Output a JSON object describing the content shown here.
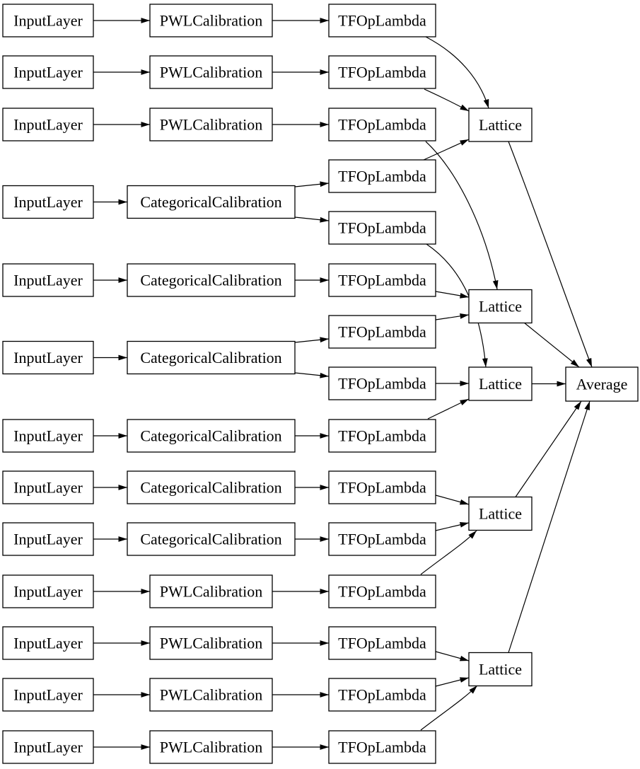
{
  "diagram": {
    "title": "keras-model-graph",
    "background_color": "#ffffff",
    "node_fill_color": "#ffffff",
    "node_border_color": "#000000",
    "edge_color": "#000000",
    "text_color": "#000000",
    "nodes": [
      {
        "id": "input-1",
        "type": "InputLayer",
        "label": "InputLayer"
      },
      {
        "id": "input-2",
        "type": "InputLayer",
        "label": "InputLayer"
      },
      {
        "id": "input-3",
        "type": "InputLayer",
        "label": "InputLayer"
      },
      {
        "id": "input-4",
        "type": "InputLayer",
        "label": "InputLayer"
      },
      {
        "id": "input-5",
        "type": "InputLayer",
        "label": "InputLayer"
      },
      {
        "id": "input-6",
        "type": "InputLayer",
        "label": "InputLayer"
      },
      {
        "id": "input-7",
        "type": "InputLayer",
        "label": "InputLayer"
      },
      {
        "id": "input-8",
        "type": "InputLayer",
        "label": "InputLayer"
      },
      {
        "id": "input-9",
        "type": "InputLayer",
        "label": "InputLayer"
      },
      {
        "id": "input-10",
        "type": "InputLayer",
        "label": "InputLayer"
      },
      {
        "id": "input-11",
        "type": "InputLayer",
        "label": "InputLayer"
      },
      {
        "id": "input-12",
        "type": "InputLayer",
        "label": "InputLayer"
      },
      {
        "id": "input-13",
        "type": "InputLayer",
        "label": "InputLayer"
      },
      {
        "id": "cal-1",
        "type": "PWLCalibration",
        "label": "PWLCalibration"
      },
      {
        "id": "cal-2",
        "type": "PWLCalibration",
        "label": "PWLCalibration"
      },
      {
        "id": "cal-3",
        "type": "PWLCalibration",
        "label": "PWLCalibration"
      },
      {
        "id": "cal-4",
        "type": "CategoricalCalibration",
        "label": "CategoricalCalibration"
      },
      {
        "id": "cal-5",
        "type": "CategoricalCalibration",
        "label": "CategoricalCalibration"
      },
      {
        "id": "cal-6",
        "type": "CategoricalCalibration",
        "label": "CategoricalCalibration"
      },
      {
        "id": "cal-7",
        "type": "CategoricalCalibration",
        "label": "CategoricalCalibration"
      },
      {
        "id": "cal-8",
        "type": "CategoricalCalibration",
        "label": "CategoricalCalibration"
      },
      {
        "id": "cal-9",
        "type": "CategoricalCalibration",
        "label": "CategoricalCalibration"
      },
      {
        "id": "cal-10",
        "type": "PWLCalibration",
        "label": "PWLCalibration"
      },
      {
        "id": "cal-11",
        "type": "PWLCalibration",
        "label": "PWLCalibration"
      },
      {
        "id": "cal-12",
        "type": "PWLCalibration",
        "label": "PWLCalibration"
      },
      {
        "id": "cal-13",
        "type": "PWLCalibration",
        "label": "PWLCalibration"
      },
      {
        "id": "tfop-1",
        "type": "TFOpLambda",
        "label": "TFOpLambda"
      },
      {
        "id": "tfop-2",
        "type": "TFOpLambda",
        "label": "TFOpLambda"
      },
      {
        "id": "tfop-3",
        "type": "TFOpLambda",
        "label": "TFOpLambda"
      },
      {
        "id": "tfop-4",
        "type": "TFOpLambda",
        "label": "TFOpLambda"
      },
      {
        "id": "tfop-5",
        "type": "TFOpLambda",
        "label": "TFOpLambda"
      },
      {
        "id": "tfop-6",
        "type": "TFOpLambda",
        "label": "TFOpLambda"
      },
      {
        "id": "tfop-7",
        "type": "TFOpLambda",
        "label": "TFOpLambda"
      },
      {
        "id": "tfop-8",
        "type": "TFOpLambda",
        "label": "TFOpLambda"
      },
      {
        "id": "tfop-9",
        "type": "TFOpLambda",
        "label": "TFOpLambda"
      },
      {
        "id": "tfop-10",
        "type": "TFOpLambda",
        "label": "TFOpLambda"
      },
      {
        "id": "tfop-11",
        "type": "TFOpLambda",
        "label": "TFOpLambda"
      },
      {
        "id": "tfop-12",
        "type": "TFOpLambda",
        "label": "TFOpLambda"
      },
      {
        "id": "tfop-13",
        "type": "TFOpLambda",
        "label": "TFOpLambda"
      },
      {
        "id": "tfop-14",
        "type": "TFOpLambda",
        "label": "TFOpLambda"
      },
      {
        "id": "tfop-15",
        "type": "TFOpLambda",
        "label": "TFOpLambda"
      },
      {
        "id": "lattice-1",
        "type": "Lattice",
        "label": "Lattice"
      },
      {
        "id": "lattice-2",
        "type": "Lattice",
        "label": "Lattice"
      },
      {
        "id": "lattice-3",
        "type": "Lattice",
        "label": "Lattice"
      },
      {
        "id": "lattice-4",
        "type": "Lattice",
        "label": "Lattice"
      },
      {
        "id": "lattice-5",
        "type": "Lattice",
        "label": "Lattice"
      },
      {
        "id": "average-1",
        "type": "Average",
        "label": "Average"
      }
    ],
    "edges": [
      {
        "from": "input-1",
        "to": "cal-1"
      },
      {
        "from": "input-2",
        "to": "cal-2"
      },
      {
        "from": "input-3",
        "to": "cal-3"
      },
      {
        "from": "input-4",
        "to": "cal-4"
      },
      {
        "from": "input-5",
        "to": "cal-5"
      },
      {
        "from": "input-6",
        "to": "cal-6"
      },
      {
        "from": "input-7",
        "to": "cal-7"
      },
      {
        "from": "input-8",
        "to": "cal-8"
      },
      {
        "from": "input-9",
        "to": "cal-9"
      },
      {
        "from": "input-10",
        "to": "cal-10"
      },
      {
        "from": "input-11",
        "to": "cal-11"
      },
      {
        "from": "input-12",
        "to": "cal-12"
      },
      {
        "from": "input-13",
        "to": "cal-13"
      },
      {
        "from": "cal-1",
        "to": "tfop-1"
      },
      {
        "from": "cal-2",
        "to": "tfop-2"
      },
      {
        "from": "cal-3",
        "to": "tfop-3"
      },
      {
        "from": "cal-4",
        "to": "tfop-4"
      },
      {
        "from": "cal-4",
        "to": "tfop-5"
      },
      {
        "from": "cal-5",
        "to": "tfop-6"
      },
      {
        "from": "cal-6",
        "to": "tfop-7"
      },
      {
        "from": "cal-6",
        "to": "tfop-8"
      },
      {
        "from": "cal-7",
        "to": "tfop-9"
      },
      {
        "from": "cal-8",
        "to": "tfop-10"
      },
      {
        "from": "cal-9",
        "to": "tfop-11"
      },
      {
        "from": "cal-10",
        "to": "tfop-12"
      },
      {
        "from": "cal-11",
        "to": "tfop-13"
      },
      {
        "from": "cal-12",
        "to": "tfop-14"
      },
      {
        "from": "cal-13",
        "to": "tfop-15"
      },
      {
        "from": "tfop-1",
        "to": "lattice-1"
      },
      {
        "from": "tfop-2",
        "to": "lattice-1"
      },
      {
        "from": "tfop-4",
        "to": "lattice-1"
      },
      {
        "from": "tfop-3",
        "to": "lattice-2"
      },
      {
        "from": "tfop-6",
        "to": "lattice-2"
      },
      {
        "from": "tfop-7",
        "to": "lattice-2"
      },
      {
        "from": "tfop-5",
        "to": "lattice-3"
      },
      {
        "from": "tfop-8",
        "to": "lattice-3"
      },
      {
        "from": "tfop-9",
        "to": "lattice-3"
      },
      {
        "from": "tfop-10",
        "to": "lattice-4"
      },
      {
        "from": "tfop-11",
        "to": "lattice-4"
      },
      {
        "from": "tfop-12",
        "to": "lattice-4"
      },
      {
        "from": "tfop-13",
        "to": "lattice-5"
      },
      {
        "from": "tfop-14",
        "to": "lattice-5"
      },
      {
        "from": "tfop-15",
        "to": "lattice-5"
      },
      {
        "from": "lattice-1",
        "to": "average-1"
      },
      {
        "from": "lattice-2",
        "to": "average-1"
      },
      {
        "from": "lattice-3",
        "to": "average-1"
      },
      {
        "from": "lattice-4",
        "to": "average-1"
      },
      {
        "from": "lattice-5",
        "to": "average-1"
      }
    ]
  }
}
